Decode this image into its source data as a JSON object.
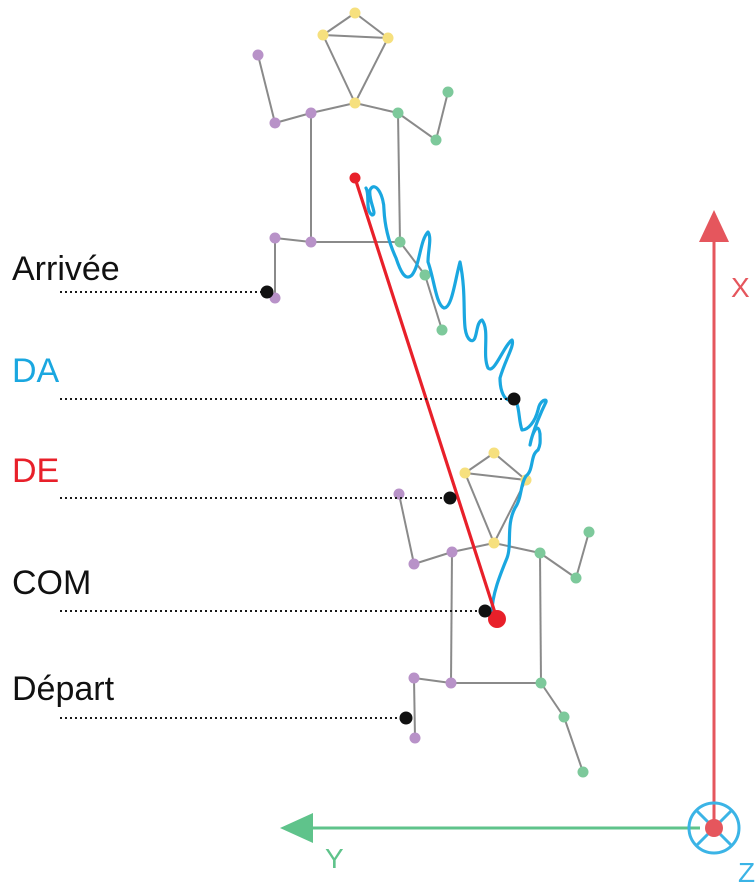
{
  "labels": {
    "arrivee": "Arrivée",
    "da": "DA",
    "de": "DE",
    "com": "COM",
    "depart": "Départ"
  },
  "axes": {
    "x": "X",
    "y": "Y",
    "z": "Z"
  },
  "colors": {
    "text_black": "#111111",
    "da_blue": "#1aa7e0",
    "de_red": "#e8202a",
    "axis_x_red": "#e5565d",
    "axis_y_green": "#5fc38b",
    "axis_z_blue": "#3bb4e6",
    "joint_purple": "#b892c8",
    "joint_green": "#7dc99b",
    "joint_yellow": "#f6e07e",
    "bone_gray": "#8a8a8a",
    "marker_black": "#111111"
  }
}
